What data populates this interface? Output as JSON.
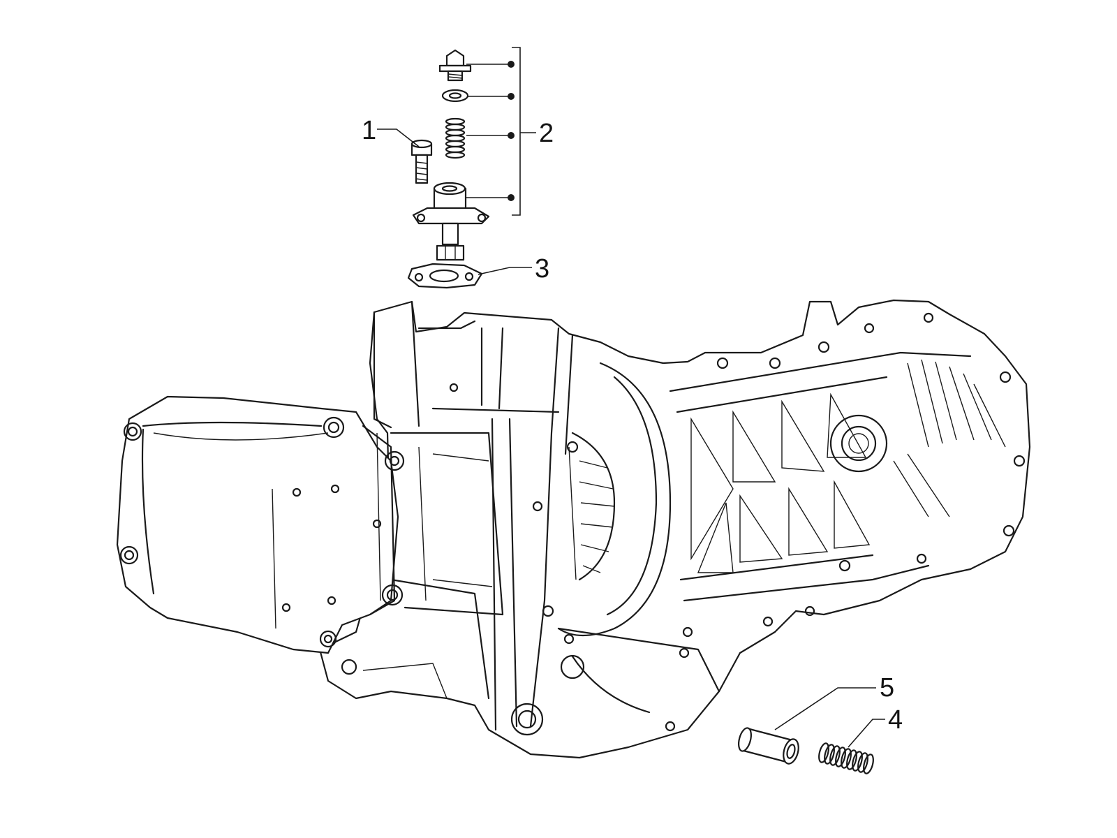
{
  "diagram": {
    "callouts": [
      {
        "id": "1",
        "label": "1"
      },
      {
        "id": "2",
        "label": "2"
      },
      {
        "id": "3",
        "label": "3"
      },
      {
        "id": "4",
        "label": "4"
      },
      {
        "id": "5",
        "label": "5"
      }
    ],
    "ink_color": "#1a1a1a",
    "background": "#ffffff"
  }
}
